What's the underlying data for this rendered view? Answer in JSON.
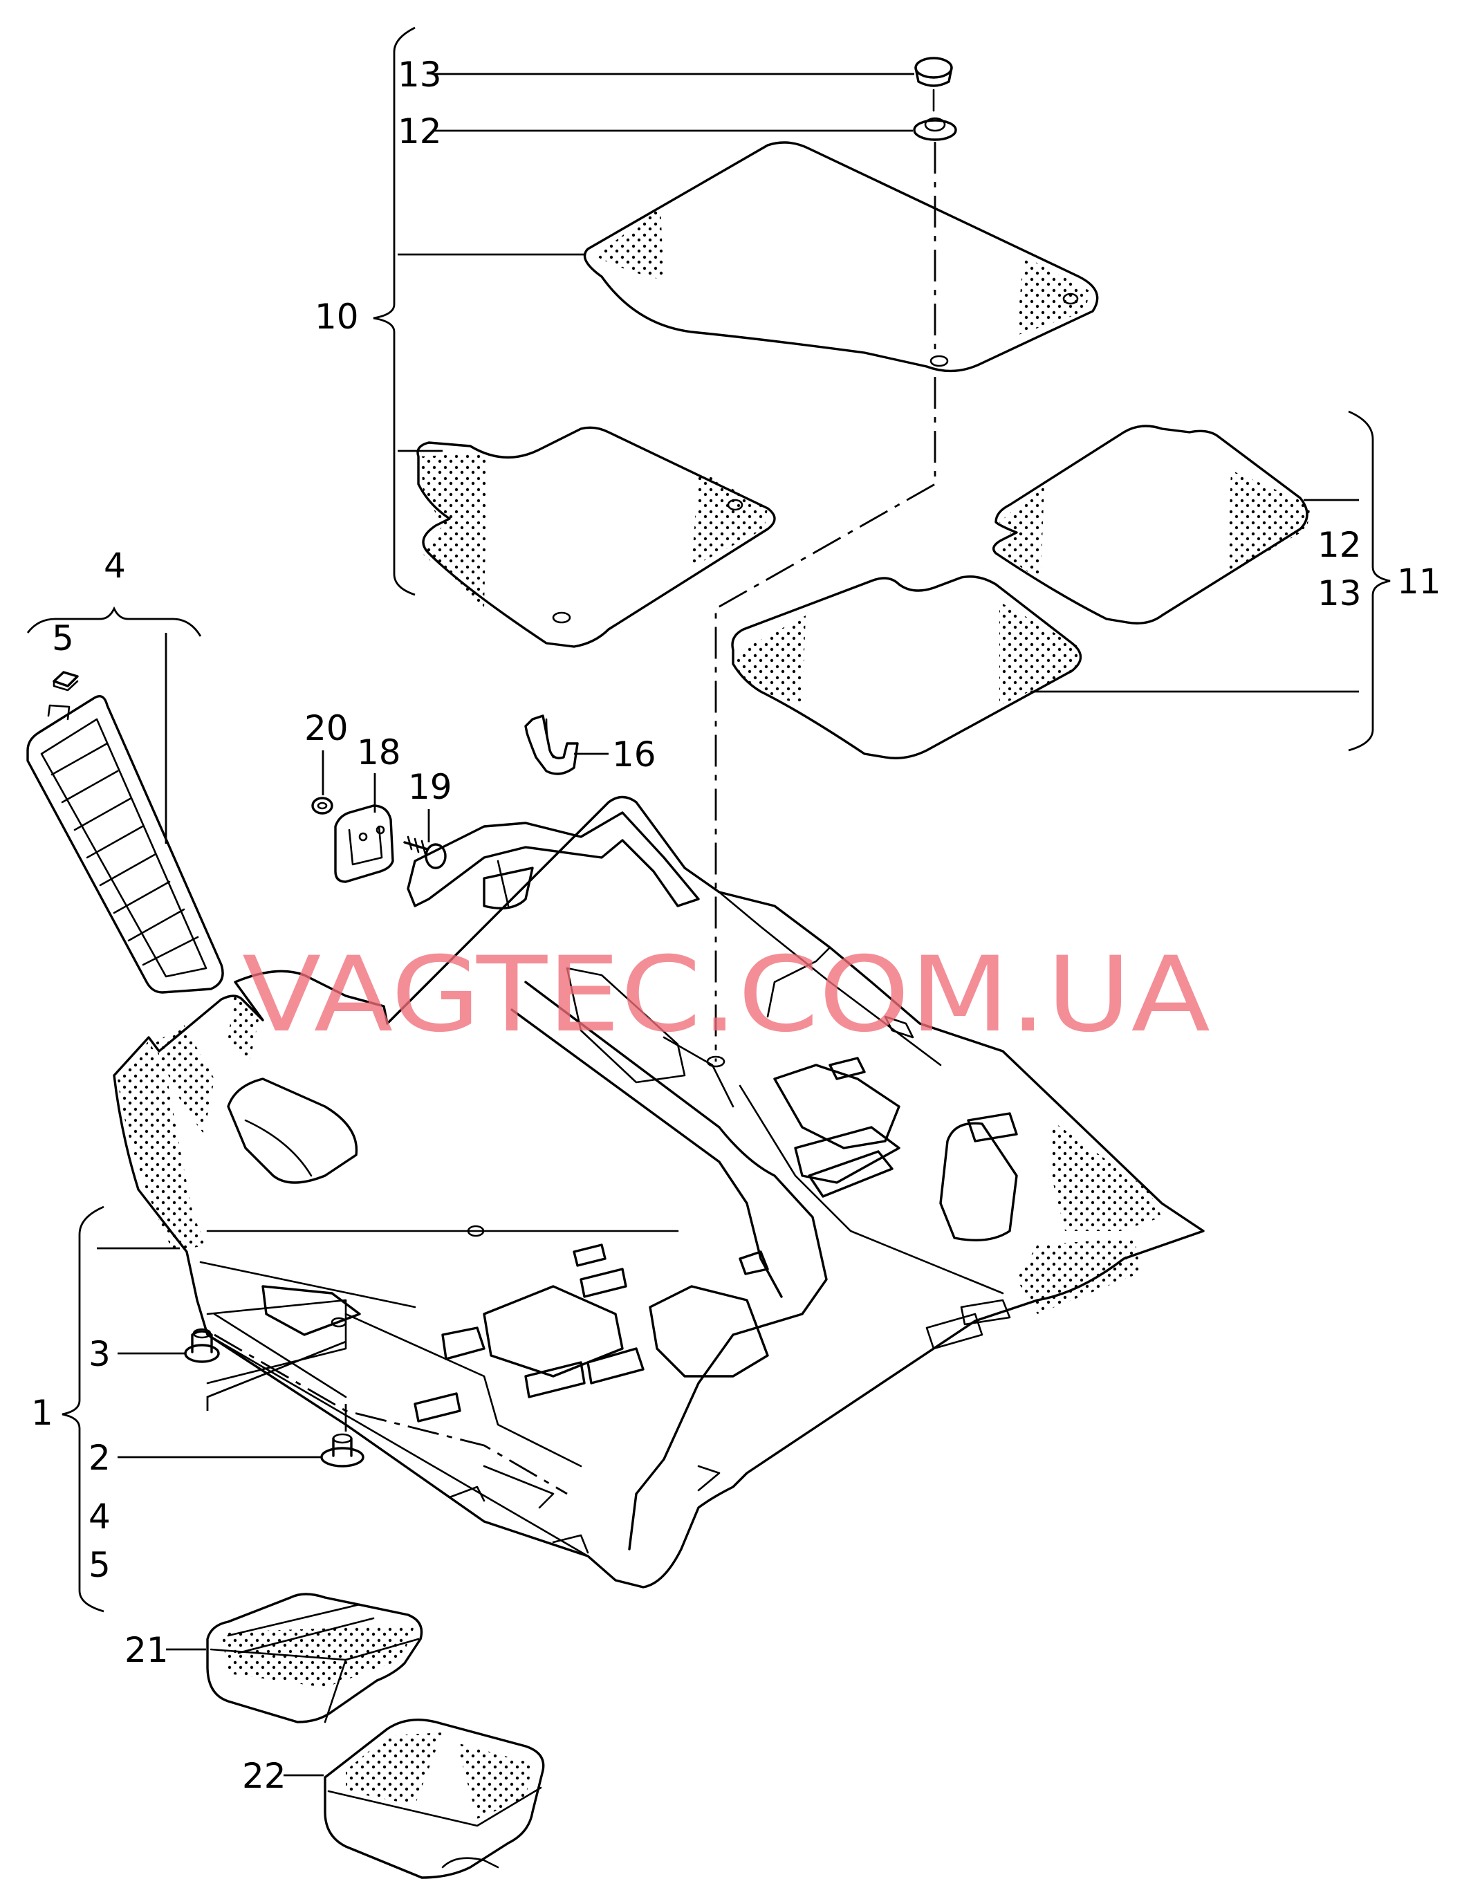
{
  "watermark": "VAGTEC.COM.UA",
  "callouts": {
    "c1": "1",
    "c2": "2",
    "c3": "3",
    "c4_top": "4",
    "c4_group": "4",
    "c5_top": "5",
    "c5_group": "5",
    "c10": "10",
    "c11": "11",
    "c12_top": "12",
    "c13_top": "13",
    "c12_group": "12",
    "c13_group": "13",
    "c16": "16",
    "c18": "18",
    "c19": "19",
    "c20": "20",
    "c21": "21",
    "c22": "22"
  },
  "colors": {
    "watermark": "#f06f7a",
    "line": "#000000",
    "background": "#ffffff"
  }
}
